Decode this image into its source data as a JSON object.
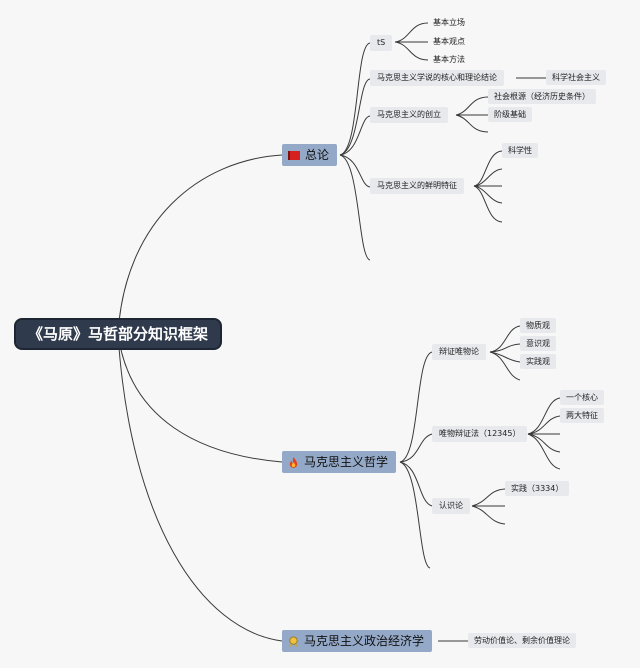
{
  "root": "《马原》马哲部分知识框架",
  "topics": {
    "general": {
      "label": "总论",
      "icon": "red-flag-icon",
      "ts": "tS",
      "ts_items": [
        "基本立场",
        "基本观点",
        "基本方法"
      ],
      "core": "马克思主义学说的核心和理论结论",
      "core_child": "科学社会主义",
      "founding": "马克思主义的创立",
      "founding_items": [
        "社会根源（经济历史条件）",
        "阶级基础"
      ],
      "features": "马克思主义的鲜明特征",
      "features_items": [
        "科学性"
      ]
    },
    "philosophy": {
      "label": "马克思主义哲学",
      "icon": "fire-icon",
      "materialism": "辩证唯物论",
      "materialism_items": [
        "物质观",
        "意识观",
        "实践观"
      ],
      "dialectics": "唯物辩证法（12345）",
      "dialectics_items": [
        "一个核心",
        "两大特征"
      ],
      "epistemology": "认识论",
      "epistemology_items": [
        "实践（3334）"
      ]
    },
    "economics": {
      "label": "马克思主义政治经济学",
      "icon": "medal-icon",
      "item": "劳动价值论、剩余价值理论"
    }
  }
}
